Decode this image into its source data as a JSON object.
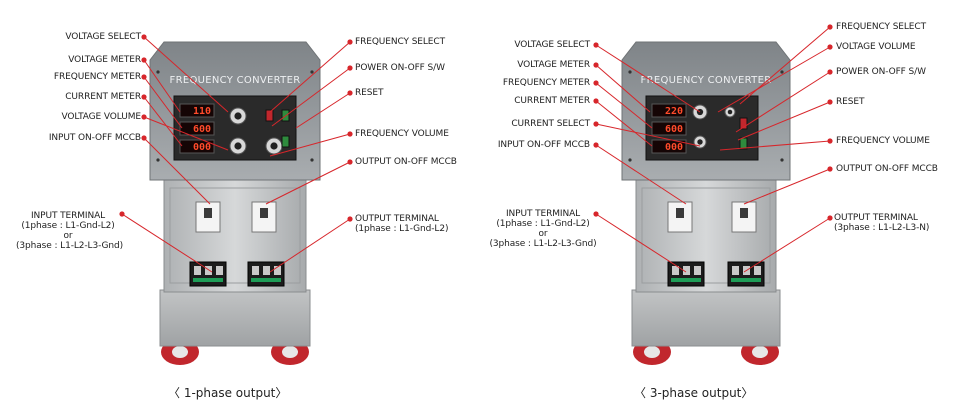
{
  "diagrams": [
    {
      "caption": "〈 1-phase output〉",
      "machine_title": "FREQUENCY CONVERTER",
      "meter_readings": [
        "110",
        "600",
        "000"
      ],
      "brand_text": "",
      "labels_left": [
        "VOLTAGE SELECT",
        "VOLTAGE METER",
        "FREQUENCY METER",
        "CURRENT METER",
        "VOLTAGE VOLUME",
        "INPUT ON-OFF MCCB"
      ],
      "labels_right": [
        "FREQUENCY SELECT",
        "POWER ON-OFF S/W",
        "RESET",
        "FREQUENCY VOLUME",
        "OUTPUT ON-OFF MCCB"
      ],
      "input_terminal": "INPUT TERMINAL\n(1phase : L1-Gnd-L2)\nor\n(3phase : L1-L2-L3-Gnd)",
      "output_terminal": "OUTPUT TERMINAL\n(1phase : L1-Gnd-L2)"
    },
    {
      "caption": "〈 3-phase output〉",
      "machine_title": "FREQUENCY CONVERTER",
      "meter_readings": [
        "220",
        "600",
        "000"
      ],
      "brand_text": "",
      "labels_left": [
        "VOLTAGE SELECT",
        "VOLTAGE METER",
        "FREQUENCY METER",
        "CURRENT METER",
        "CURRENT SELECT",
        "INPUT ON-OFF MCCB"
      ],
      "labels_right": [
        "FREQUENCY SELECT",
        "VOLTAGE VOLUME",
        "POWER ON-OFF S/W",
        "RESET",
        "FREQUENCY VOLUME",
        "OUTPUT ON-OFF MCCB"
      ],
      "input_terminal": "INPUT TERMINAL\n(1phase : L1-Gnd-L2)\nor\n(3phase : L1-L2-L3-Gnd)",
      "output_terminal": "OUTPUT TERMINAL\n(3phase : L1-L2-L3-N)"
    }
  ],
  "colors": {
    "callout": "#d7262b",
    "cabinet": "#c9c9c9",
    "panel": "#2a2a2a"
  }
}
